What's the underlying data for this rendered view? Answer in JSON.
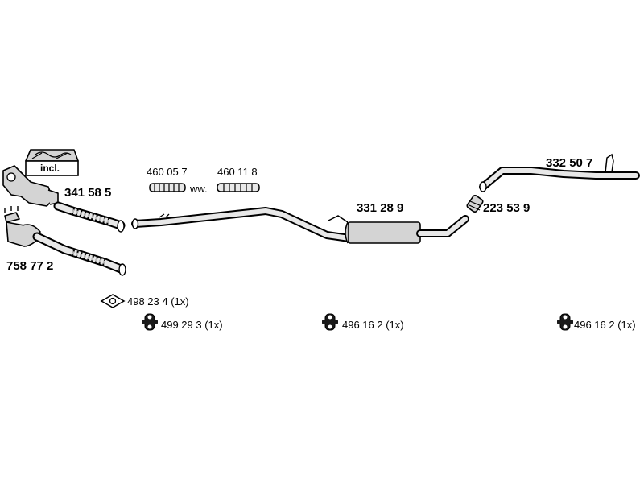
{
  "colors": {
    "background": "#ffffff",
    "line": "#000000",
    "part_fill": "#d4d4d4",
    "pipe_fill": "#e8e8e8"
  },
  "icons": {
    "kit_box": "kit-box-icon",
    "gasket": "gasket-icon",
    "rubber_mount": "rubber-mount-icon",
    "clamp": "clamp-icon"
  },
  "parts": {
    "front_pipe": "341 58 5",
    "catalytic_converter": "758 77 2",
    "flex_hose_a": "460 05 7",
    "alternative_word": "ww.",
    "flex_hose_b": "460 11 8",
    "middle_silencer": "331 28 9",
    "clamp": "223 53 9",
    "tail_pipe": "332 50 7"
  },
  "kit_box": {
    "label": "incl."
  },
  "accessories": {
    "gasket": "498 23 4 (1x)",
    "mount_front": "499 29 3 (1x)",
    "mount_middle": "496 16 2 (1x)",
    "mount_rear": "496 16 2 (1x)"
  }
}
